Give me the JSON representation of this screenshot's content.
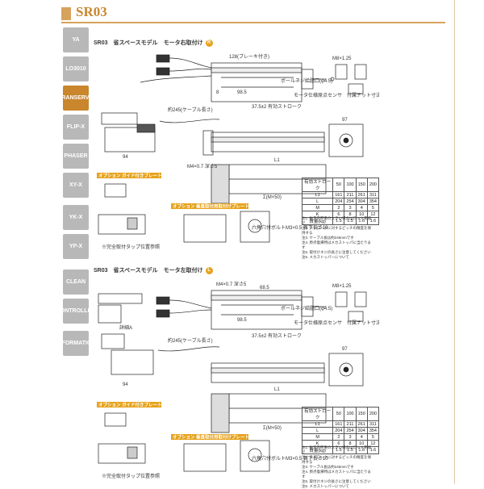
{
  "header": {
    "title": "SR03"
  },
  "tabs": [
    {
      "label": "YA",
      "active": false
    },
    {
      "label": "LO3010",
      "active": false
    },
    {
      "label": "TRANSERVO",
      "active": true
    },
    {
      "label": "FLIP-X",
      "active": false
    },
    {
      "label": "PHASER",
      "active": false
    },
    {
      "label": "XY-X",
      "active": false
    },
    {
      "label": "YK-X",
      "active": false
    },
    {
      "label": "YP-X",
      "active": false
    },
    {
      "label": "CLEAN",
      "active": false
    },
    {
      "label": "CONTROLLER",
      "active": false
    },
    {
      "label": "INFORMATION",
      "active": false
    }
  ],
  "panels": [
    {
      "title": "SR03　省スペースモデル　モータ右取付け",
      "badge": "R",
      "labels": {
        "brake": "128(ブレーキ付き)",
        "ballscrew": "ボールネジ給脂口(φ4.5)",
        "m8": "M8×1.25",
        "cable": "約245(ケーブル長さ)",
        "stroke": "37.5±2  有効ストローク",
        "dim_a": "98.5",
        "dim_b": "8",
        "motor": "モータ仕様",
        "origin": "原点センサ",
        "conn": "付属ナット寸法",
        "opt1": "オプション ガイド付きプレート(アーム)",
        "opt2": "オプション 垂直取付用取付けプレート(フランジ)",
        "bolt": "六角穴付ボルトM3×0.5 首下長さ10",
        "m4": "M4×0.7 深さ5",
        "dim_97": "97",
        "dim_94": "94",
        "l1": "L1",
        "sum": "Σ(M×50)",
        "stock": "※完全取付タップ位置参照"
      },
      "table": {
        "header": [
          "有効ストローク",
          "50",
          "100",
          "150",
          "200"
        ],
        "rows": [
          [
            "L1",
            "161",
            "211",
            "261",
            "311"
          ],
          [
            "L",
            "204",
            "254",
            "304",
            "354"
          ],
          [
            "M",
            "2",
            "3",
            "4",
            "5"
          ],
          [
            "K",
            "6",
            "8",
            "10",
            "12"
          ],
          [
            "質量(kg)",
            "1.5",
            "1.5",
            "1.6",
            "1.6"
          ]
        ]
      },
      "notes": [
        "注1. 軸方向荷重の大きい場合はロッド先端で",
        "注2. ストロークに対するピッチの精度を保持する",
        "注3. ケーブル長は約245mmです",
        "注4. 原点復帰時はメカストッパに当たります",
        "注5. 取付けネジの長さに注意してください",
        "注6. メカストッパーについて"
      ]
    },
    {
      "title": "SR03　省スペースモデル　モータ左取付け",
      "badge": "L",
      "labels": {
        "brake": "M4×0.7 深さ5",
        "ballscrew": "ボールネジ給脂口(φ4.5)",
        "m8": "M8×1.25",
        "cable": "約245(ケーブル長さ)",
        "stroke": "37.5±2  有効ストローク",
        "dim_a": "98.5",
        "dim_b": "68.5",
        "motor": "モータ仕様",
        "origin": "原点センサ",
        "conn": "付属ナット寸法",
        "opt1": "オプション ガイド付きプレート(アーム)",
        "opt2": "オプション 垂直取付用取付けプレート(フランジ)",
        "bolt": "六角穴付ボルトM3×0.5 首下長さ10",
        "m4": "詳細A",
        "dim_97": "97",
        "dim_94": "94",
        "l1": "L1",
        "sum": "Σ(M×50)",
        "stock": "※完全取付タップ位置参照"
      },
      "table": {
        "header": [
          "有効ストローク",
          "50",
          "100",
          "150",
          "200"
        ],
        "rows": [
          [
            "L1",
            "161",
            "211",
            "261",
            "311"
          ],
          [
            "L",
            "204",
            "254",
            "304",
            "354"
          ],
          [
            "M",
            "2",
            "3",
            "4",
            "5"
          ],
          [
            "K",
            "6",
            "8",
            "10",
            "12"
          ],
          [
            "質量(kg)",
            "1.5",
            "1.5",
            "1.6",
            "1.6"
          ]
        ]
      },
      "notes": [
        "注1. 軸方向荷重の大きい場合はロッド先端で",
        "注2. ストロークに対するピッチの精度を保持する",
        "注3. ケーブル長は約245mmです",
        "注4. 原点復帰時はメカストッパに当たります",
        "注5. 取付けネジの長さに注意してください",
        "注6. メカストッパーについて"
      ]
    }
  ]
}
